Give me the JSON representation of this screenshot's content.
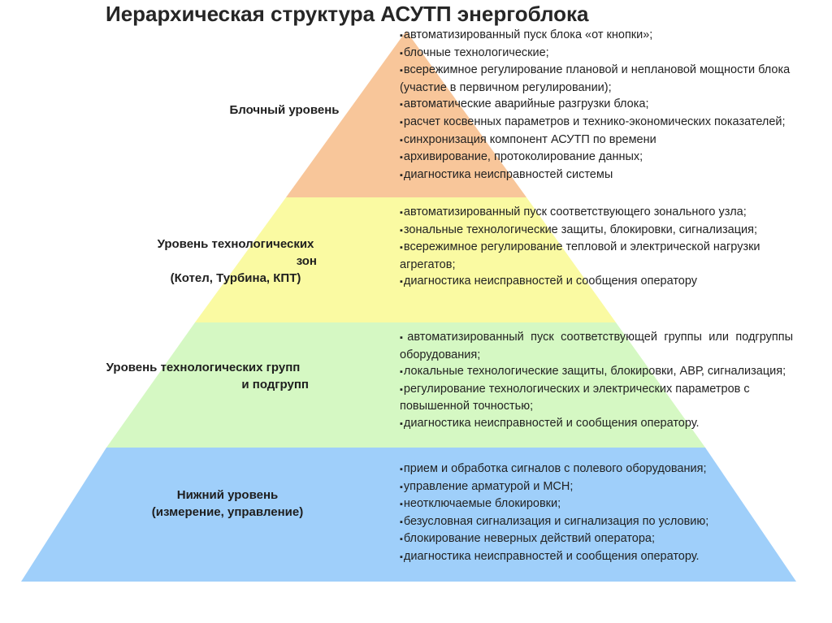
{
  "title": "Иерархическая структура АСУТП энергоблока",
  "colors": {
    "block": "#f8c69a",
    "zones": "#fafaa2",
    "groups": "#d5f8c3",
    "lower": "#9fcffa"
  },
  "levels": [
    {
      "label_lines": [
        "Блочный уровень"
      ],
      "items": [
        "автоматизированный пуск блока «от кнопки»;",
        "блочные технологические;",
        "всережимное регулирование плановой и неплановой мощности блока (участие в первичном регулировании);",
        "автоматические аварийные разгрузки блока;",
        "расчет косвенных параметров и технико-экономических показателей;",
        "синхронизация компонент АСУТП по времени",
        "архивирование, протоколирование данных;",
        "диагностика неисправностей системы"
      ]
    },
    {
      "label_lines": [
        "Уровень технологических",
        "зон",
        "(Котел, Турбина, КПТ)"
      ],
      "items": [
        "автоматизированный пуск соответствующего зонального узла;",
        "зональные технологические защиты, блокировки, сигнализация;",
        "всережимное регулирование тепловой и электрической нагрузки агрегатов;",
        "диагностика неисправностей и сообщения оператору"
      ]
    },
    {
      "label_lines": [
        "Уровень технологических групп",
        "и подгрупп"
      ],
      "items": [
        "автоматизированный пуск соответствующей группы или подгруппы оборудования;",
        "локальные технологические защиты, блокировки, АВР, сигнализация;",
        "регулирование технологических и электрических параметров с повышенной точностью;",
        "диагностика неисправностей и сообщения оператору."
      ]
    },
    {
      "label_lines": [
        "Нижний уровень",
        "(измерение, управление)"
      ],
      "items": [
        "прием и обработка сигналов с полевого оборудования;",
        "управление арматурой и МСН;",
        "неотключаемые блокировки;",
        "безусловная сигнализация и сигнализация по условию;",
        "блокирование неверных действий оператора;",
        "диагностика неисправностей и сообщения оператору."
      ]
    }
  ]
}
